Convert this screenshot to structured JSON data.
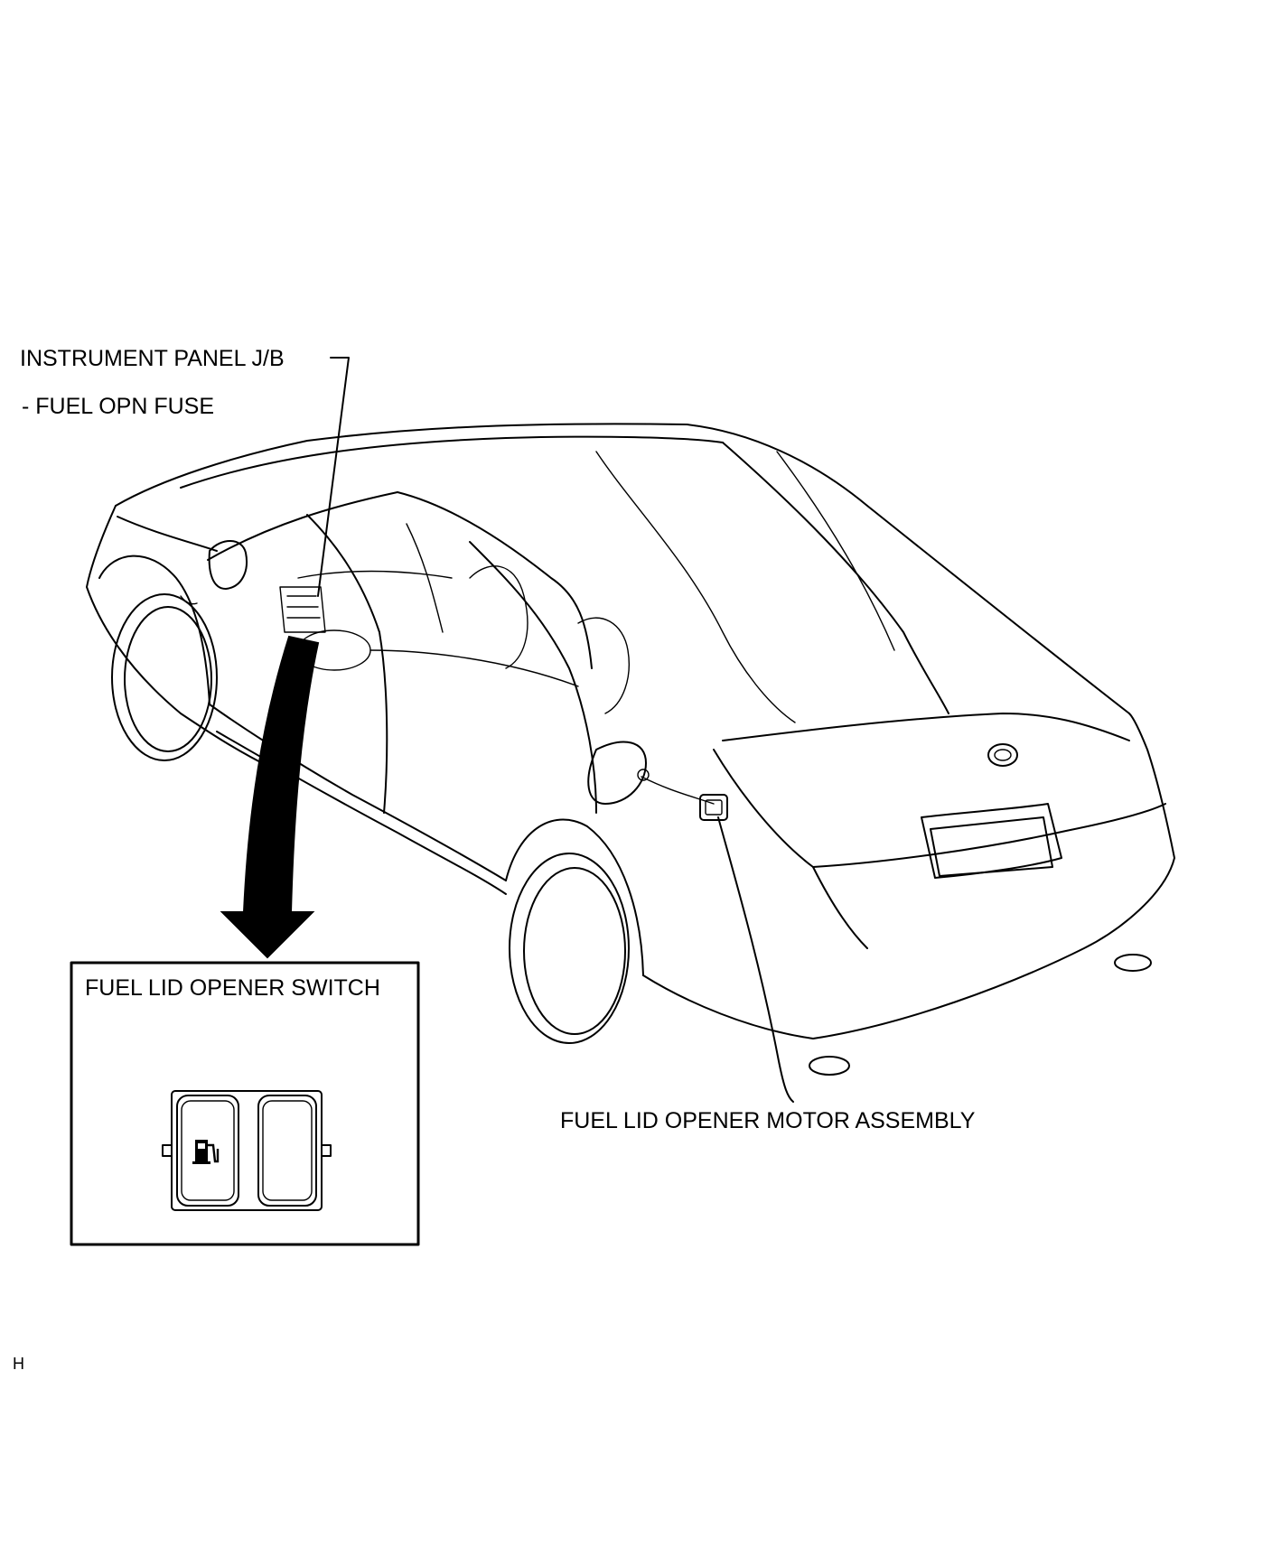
{
  "labels": {
    "junction_block": "INSTRUMENT PANEL J/B",
    "fuse": "- FUEL OPN FUSE",
    "motor": "FUEL LID OPENER MOTOR ASSEMBLY",
    "switch": "FUEL LID OPENER SWITCH",
    "corner": "H"
  },
  "icons": {
    "pump": "fuel-pump-icon",
    "arrow": "down-arrow-icon"
  }
}
